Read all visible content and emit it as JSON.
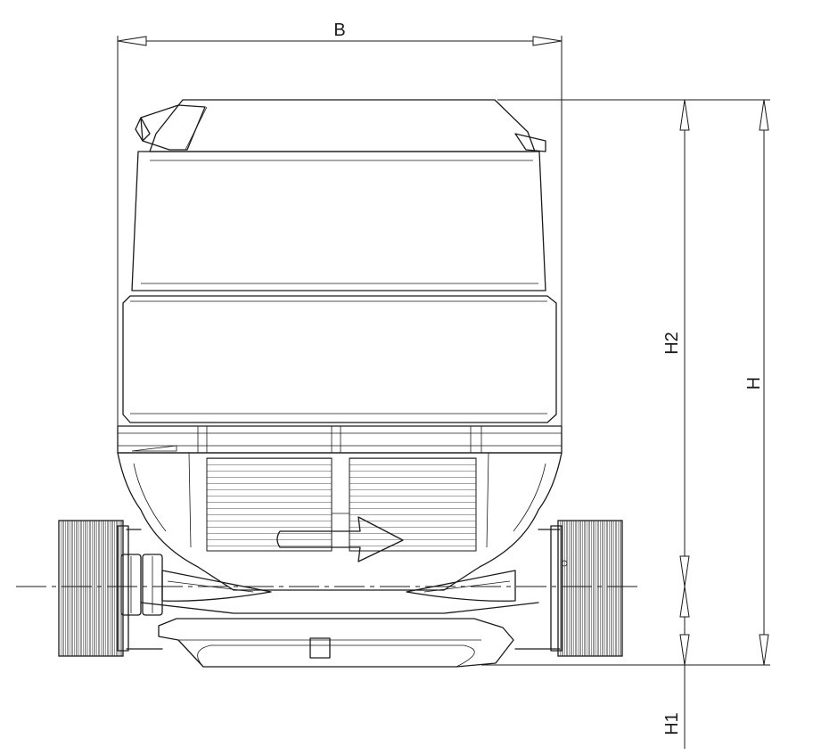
{
  "diagram": {
    "dimension_labels": {
      "width": "B",
      "height_upper": "H2",
      "height_total": "H",
      "height_lower": "H1"
    }
  }
}
